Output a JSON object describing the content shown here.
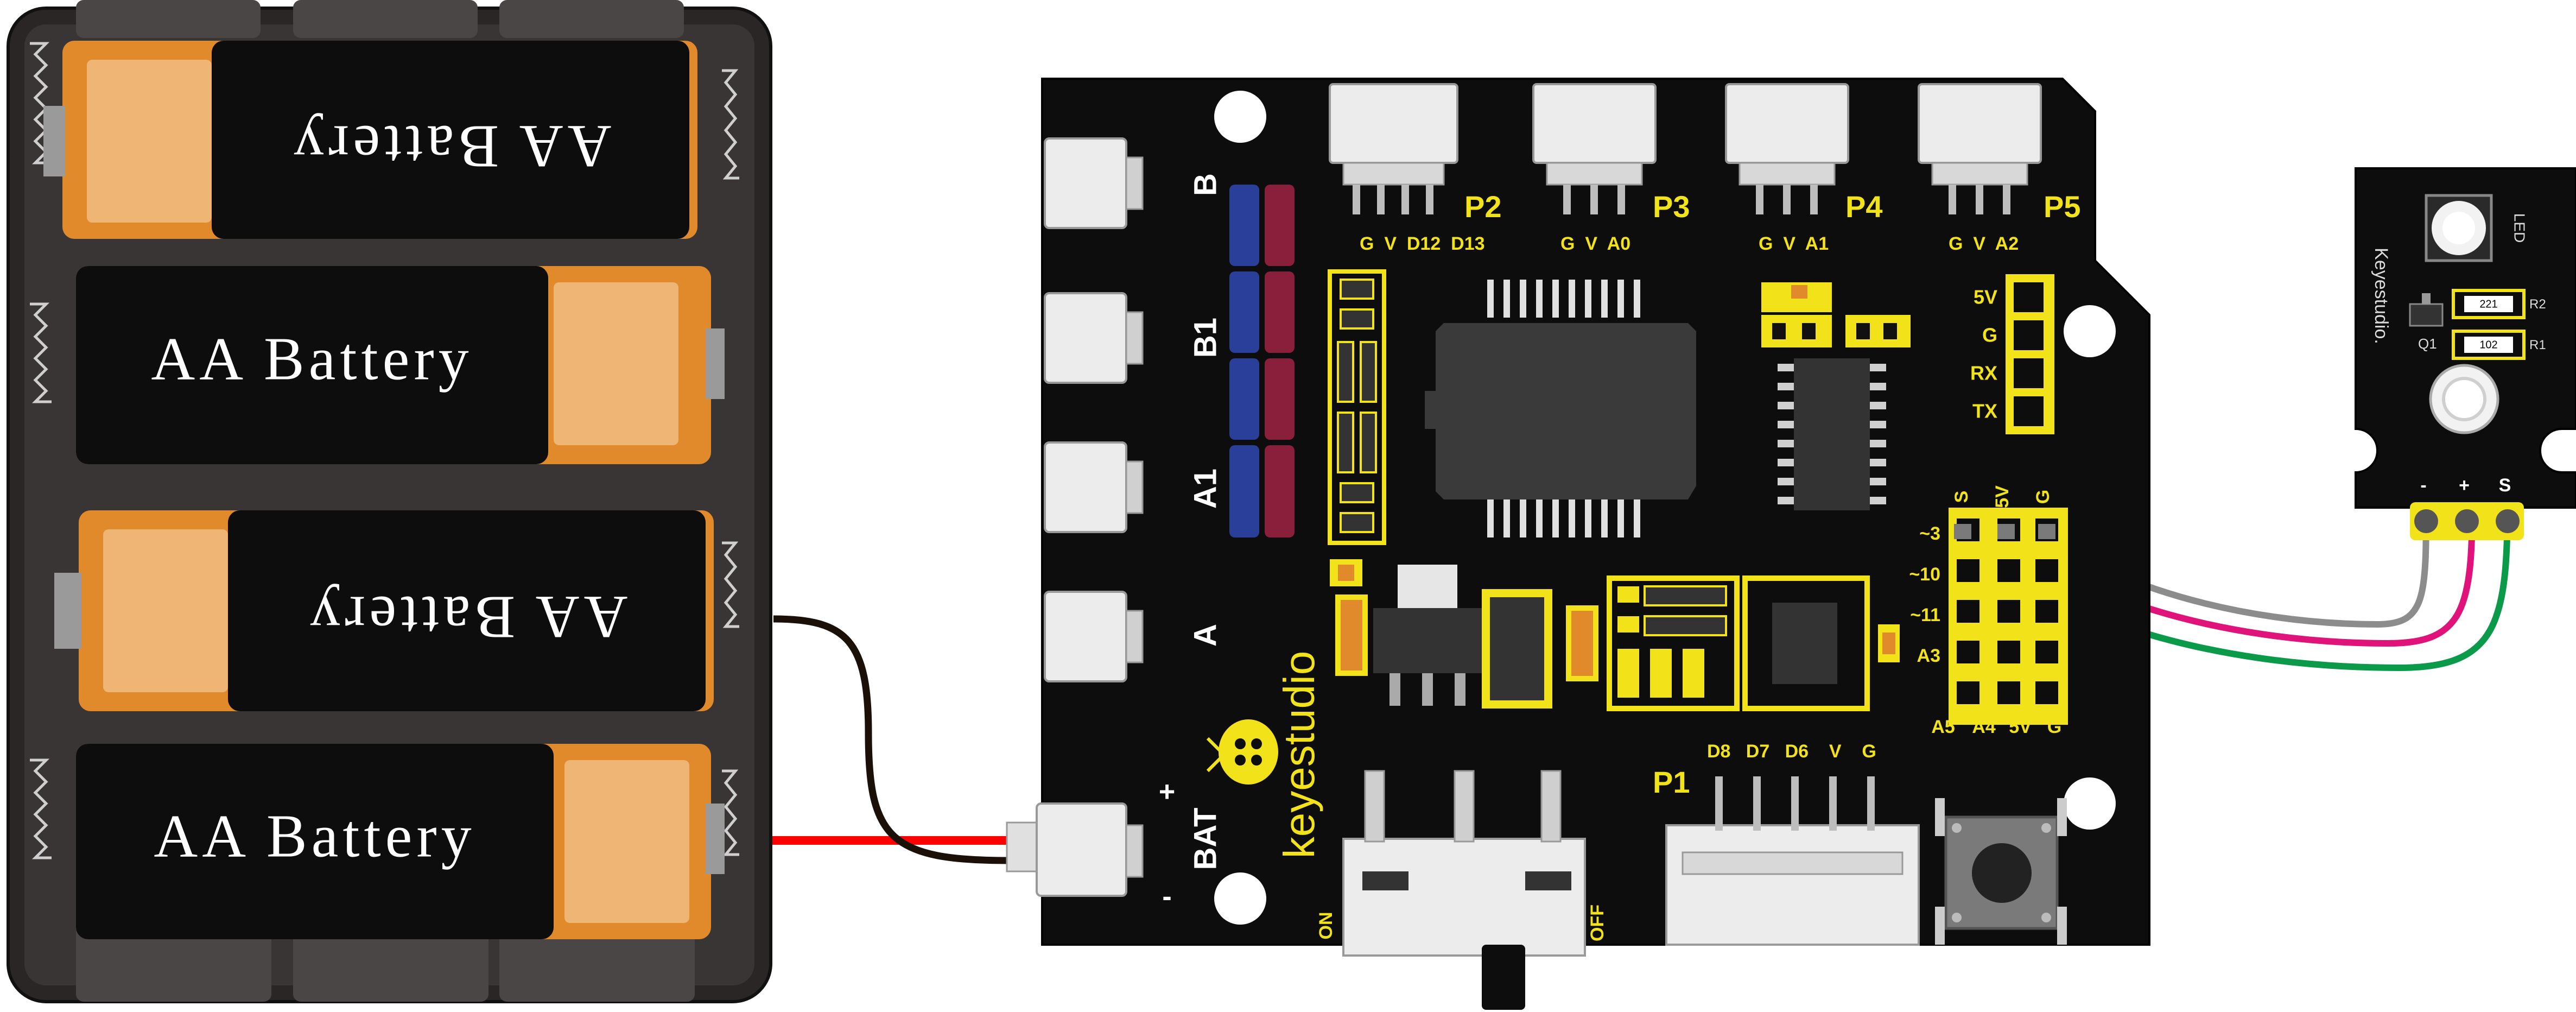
{
  "battery_pack": {
    "cells": [
      "AA Battery",
      "AA Battery",
      "AA Battery",
      "AA Battery"
    ]
  },
  "board": {
    "brand": "keyestudio",
    "motor_ports": {
      "b": "B",
      "b1": "B1",
      "a1": "A1",
      "a": "A"
    },
    "bat_port": {
      "label": "BAT",
      "plus": "+",
      "minus": "-"
    },
    "headers": {
      "p2": {
        "name": "P2",
        "pins": "G  V  D12  D13"
      },
      "p3": {
        "name": "P3",
        "pins": "G  V  A0"
      },
      "p4": {
        "name": "P4",
        "pins": "G  V  A1"
      },
      "p5": {
        "name": "P5",
        "pins": "G  V  A2"
      },
      "p1": {
        "name": "P1",
        "pins": "D8   D7   D6    V    G"
      }
    },
    "serial_pins": [
      "5V",
      "G",
      "RX",
      "TX"
    ],
    "io_top": [
      "S",
      "5V",
      "G"
    ],
    "io_rows": [
      "~3",
      "~10",
      "~11",
      "A3"
    ],
    "io_bottom": [
      "A5",
      "A4",
      "5V",
      "G"
    ],
    "switch": {
      "on": "ON",
      "off": "OFF"
    }
  },
  "led_module": {
    "brand": "Keyestudio.",
    "led_label": "LED",
    "r2": "R2",
    "r1": "R1",
    "q1": "Q1",
    "r2_value": "221",
    "r1_value": "102",
    "pins": [
      "-",
      "+",
      "S"
    ]
  },
  "colors": {
    "board": "#0d0d0d",
    "silkscreen": "#f2e21a",
    "wire_gray": "#8c8c8c",
    "wire_magenta": "#e0137a",
    "wire_green": "#0a9a4a",
    "wire_red": "#ff0000",
    "battery_orange": "#e08a2c"
  }
}
